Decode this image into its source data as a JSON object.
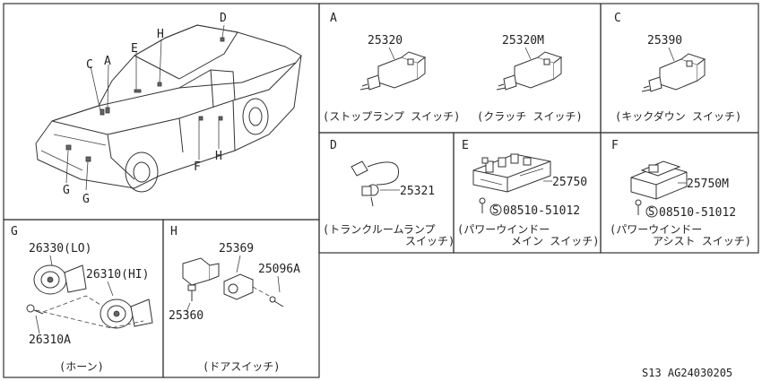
{
  "car": {
    "callouts": [
      "A",
      "C",
      "D",
      "E",
      "F",
      "G",
      "G",
      "H",
      "H"
    ]
  },
  "panels": {
    "A": {
      "letter": "A",
      "parts": [
        "25320",
        "25320M"
      ],
      "captions": [
        "(ストップランプ スイッチ)",
        "(クラッチ スイッチ)"
      ]
    },
    "C": {
      "letter": "C",
      "parts": [
        "25390"
      ],
      "captions": [
        "(キックダウン スイッチ)"
      ]
    },
    "D": {
      "letter": "D",
      "parts": [
        "25321"
      ],
      "captions": [
        "(トランクルームランプ",
        "スイッチ)"
      ]
    },
    "E": {
      "letter": "E",
      "parts": [
        "25750",
        "08510-51012"
      ],
      "captions": [
        "(パワーウインドー",
        "メイン スイッチ)"
      ]
    },
    "F": {
      "letter": "F",
      "parts": [
        "25750M",
        "08510-51012"
      ],
      "captions": [
        "(パワーウインドー",
        "アシスト スイッチ)"
      ]
    },
    "G": {
      "letter": "G",
      "parts": [
        "26330(LO)",
        "26310(HI)",
        "26310A"
      ],
      "captions": [
        "(ホーン)"
      ]
    },
    "H": {
      "letter": "H",
      "parts": [
        "25369",
        "25096A",
        "25360"
      ],
      "captions": [
        "(ドアスイッチ)"
      ]
    }
  },
  "footer": {
    "code": "S13  AG24030205"
  },
  "symbols": {
    "S": "S"
  }
}
